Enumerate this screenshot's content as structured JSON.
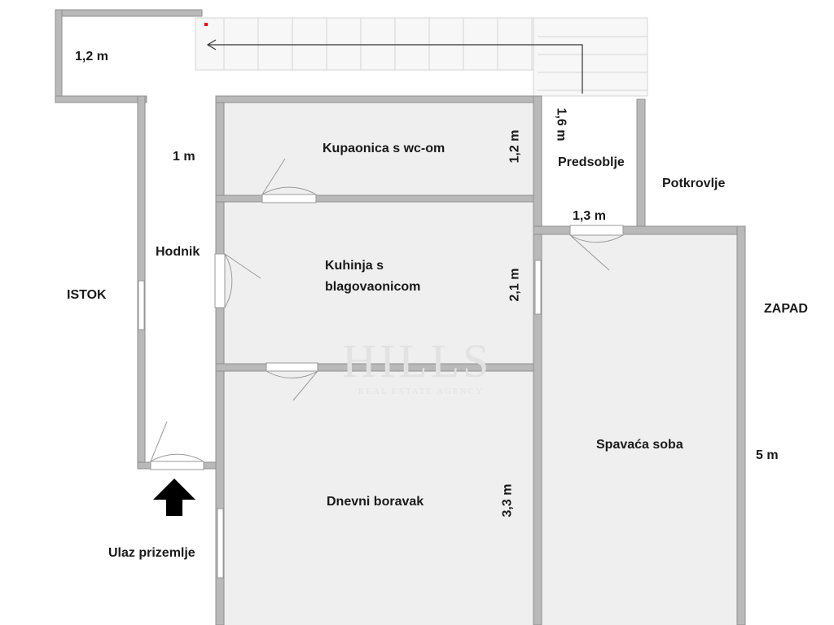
{
  "rooms": {
    "bathroom": "Kupaonica s wc-om",
    "kitchen_line1": "Kuhinja s",
    "kitchen_line2": "blagovaonicom",
    "living": "Dnevni boravak",
    "bedroom": "Spavaća soba",
    "hall": "Predsoblje",
    "attic": "Potkrovlje",
    "corridor": "Hodnik",
    "entrance": "Ulaz prizemlje"
  },
  "directions": {
    "east": "ISTOK",
    "west": "ZAPAD"
  },
  "dimensions": {
    "top_left": "1,2 m",
    "corridor_width": "1 m",
    "bathroom_height": "1,2 m",
    "hall_height": "1,6 m",
    "hall_width": "1,3 m",
    "kitchen_height": "2,1 m",
    "living_height": "3,3 m",
    "bedroom_height": "5 m"
  },
  "watermark": {
    "brand": "HILLS",
    "tagline": "REAL ESTATE AGENCY"
  },
  "colors": {
    "wall": "#b9b9b9",
    "room": "#efefef",
    "wall_edge": "#8f8f8f"
  }
}
